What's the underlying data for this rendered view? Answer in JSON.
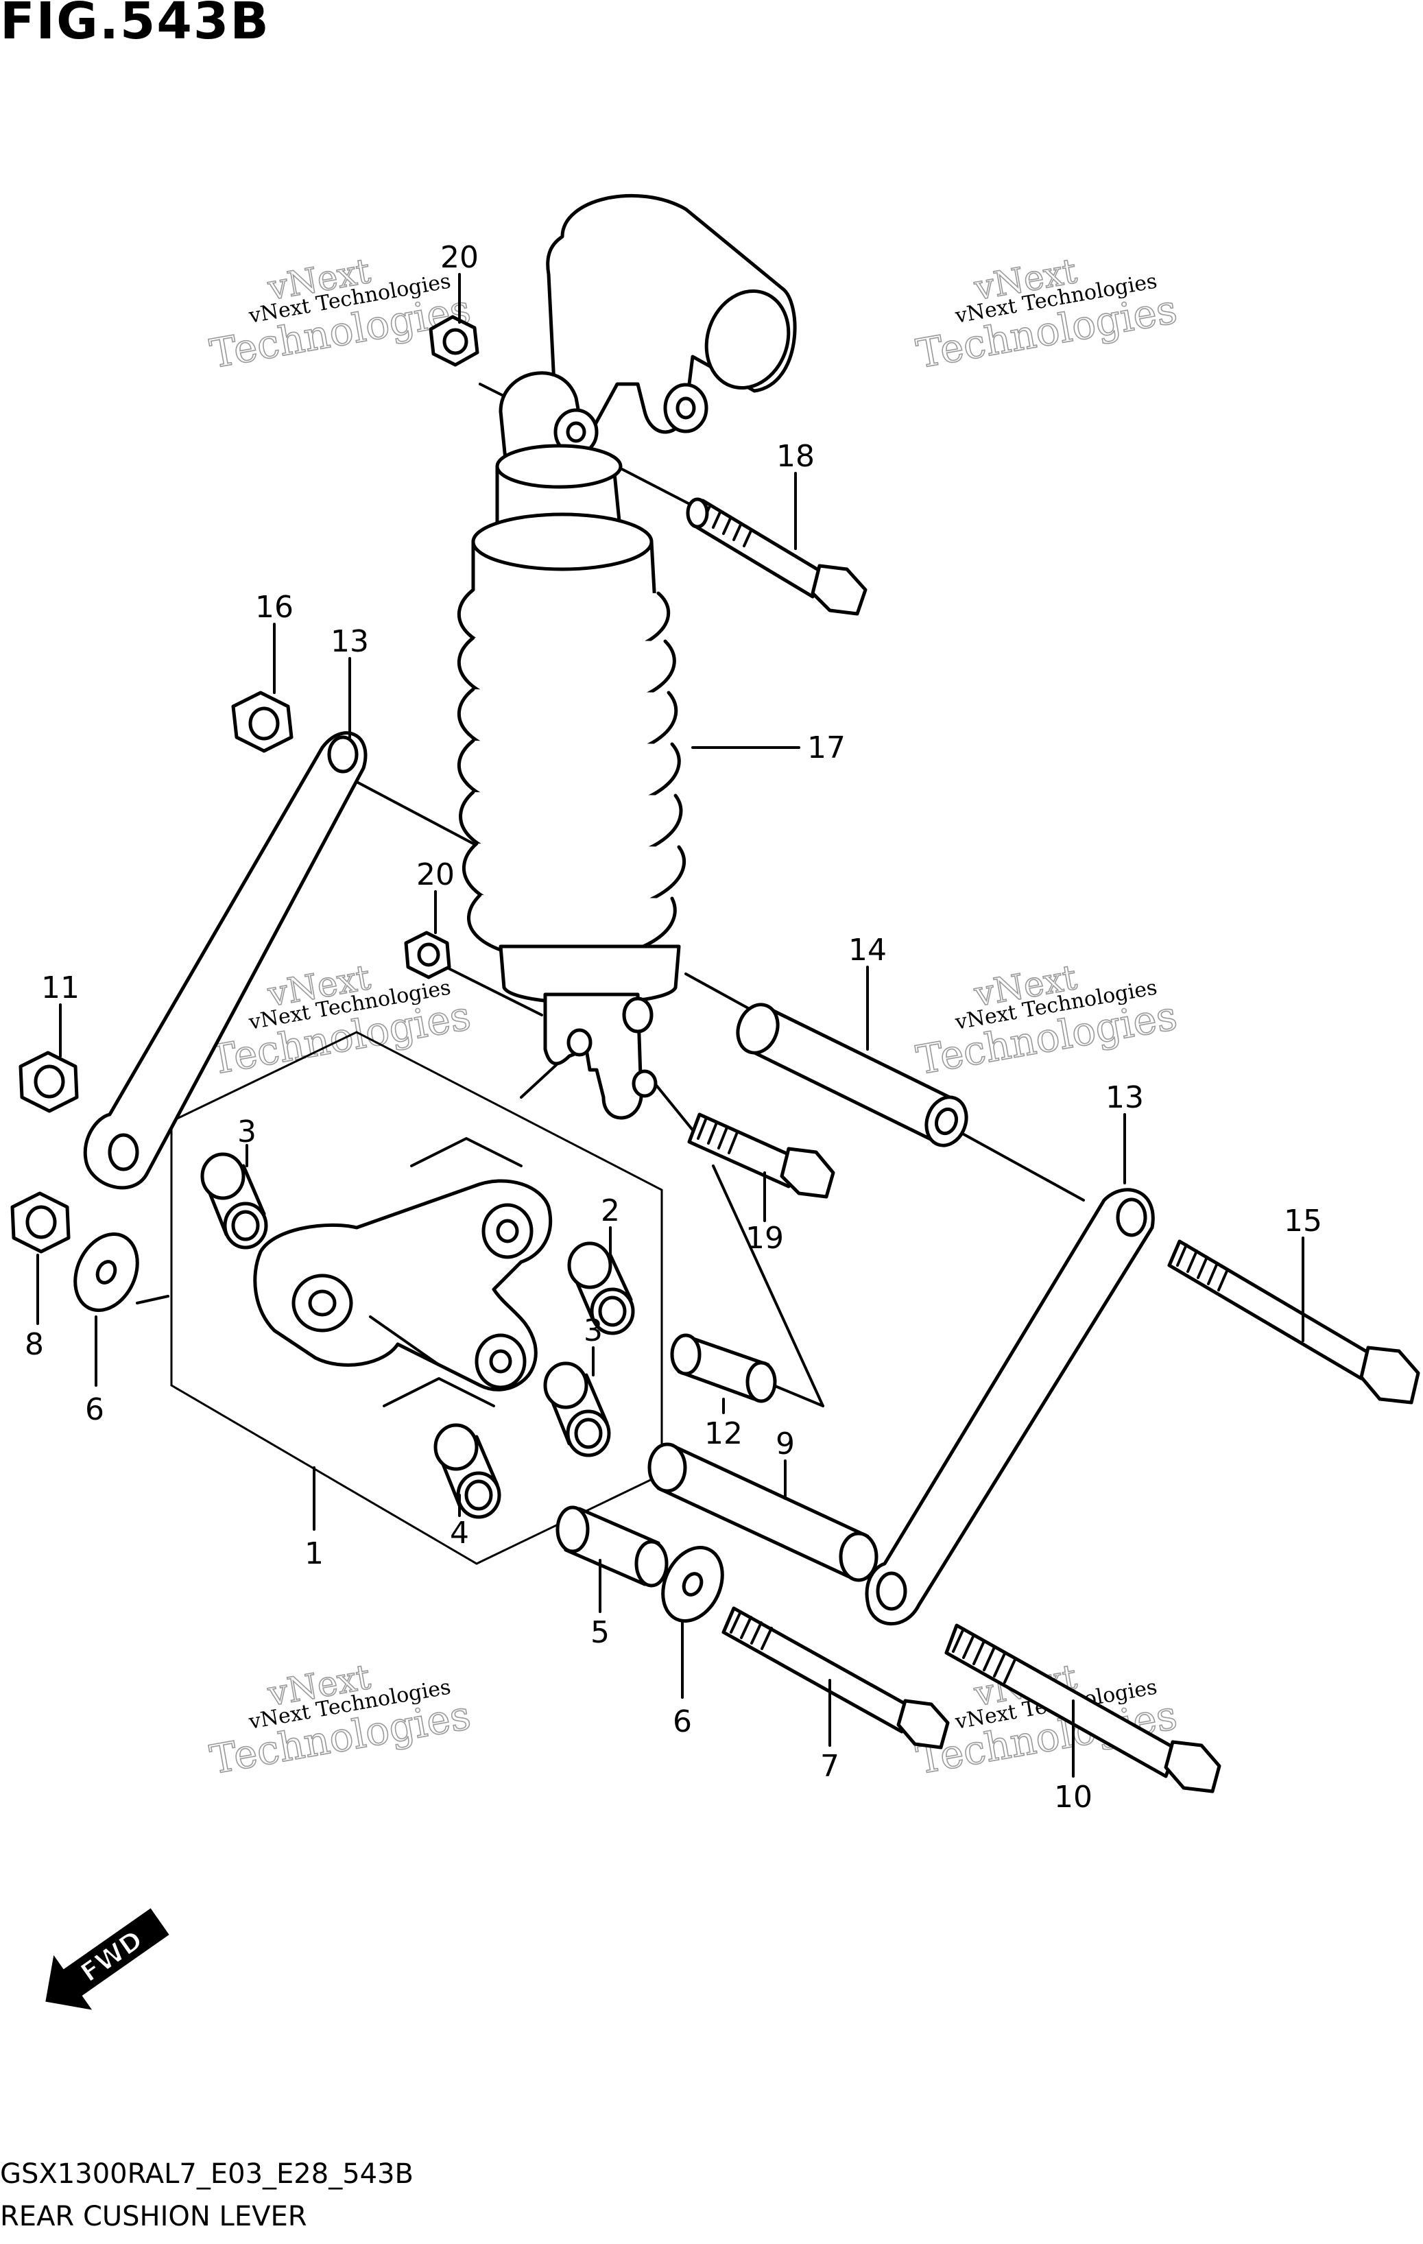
{
  "figure_title": "FIG.543B",
  "footer": {
    "code": "GSX1300RAL7_E03_E28_543B",
    "title": "REAR CUSHION LEVER"
  },
  "watermark": {
    "line1": "vNext Technologies",
    "line2": "vNext",
    "line3": "Technologies"
  },
  "fwd_label": "FWD",
  "callouts": [
    "20",
    "18",
    "16",
    "13",
    "17",
    "20",
    "11",
    "14",
    "13",
    "3",
    "2",
    "19",
    "15",
    "8",
    "6",
    "3",
    "12",
    "9",
    "1",
    "4",
    "5",
    "6",
    "7",
    "10"
  ]
}
